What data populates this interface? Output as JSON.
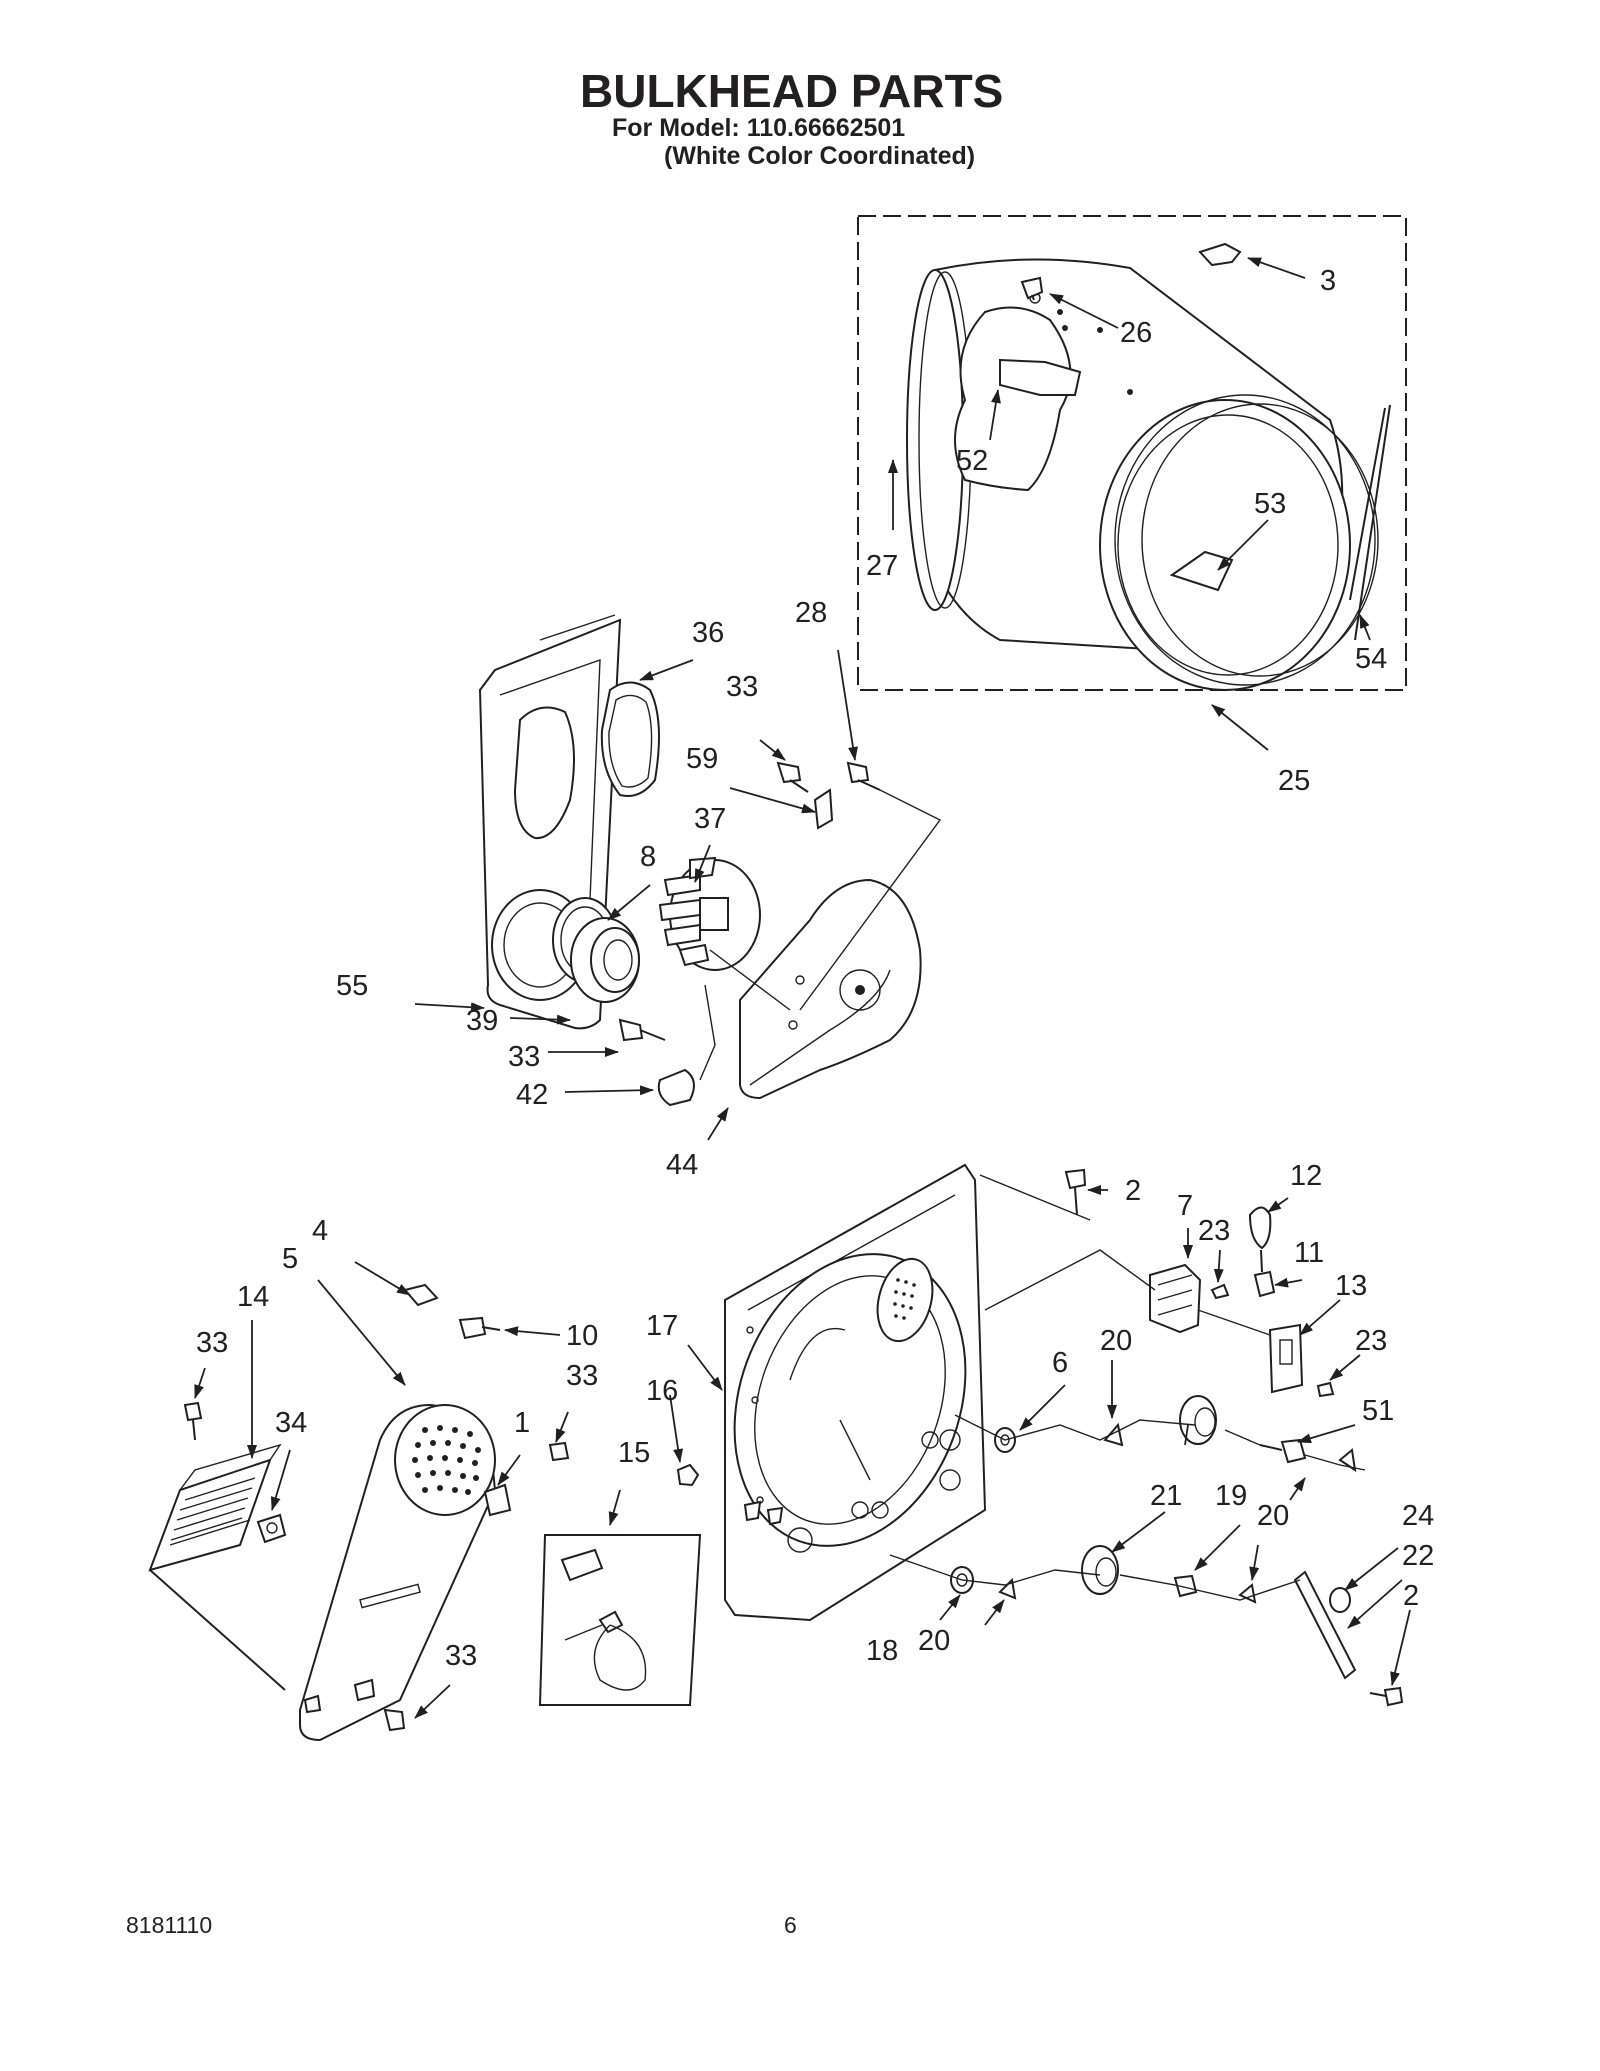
{
  "header": {
    "title": "BULKHEAD PARTS",
    "model_line": "For Model: 110.66662501",
    "color_line": "(White Color Coordinated)"
  },
  "footer": {
    "doc_number": "8181110",
    "page_number": "6"
  },
  "callouts": {
    "c1": "1",
    "c2a": "2",
    "c2b": "2",
    "c3": "3",
    "c4": "4",
    "c5": "5",
    "c6": "6",
    "c7": "7",
    "c8": "8",
    "c10": "10",
    "c11": "11",
    "c12": "12",
    "c13": "13",
    "c14": "14",
    "c15": "15",
    "c16": "16",
    "c17": "17",
    "c18": "18",
    "c19": "19",
    "c20a": "20",
    "c20b": "20",
    "c20c": "20",
    "c21": "21",
    "c22": "22",
    "c23a": "23",
    "c23b": "23",
    "c24": "24",
    "c25": "25",
    "c26": "26",
    "c27": "27",
    "c28": "28",
    "c33a": "33",
    "c33b": "33",
    "c33c": "33",
    "c33d": "33",
    "c33e": "33",
    "c34": "34",
    "c36": "36",
    "c37": "37",
    "c39": "39",
    "c42": "42",
    "c44": "44",
    "c51": "51",
    "c52": "52",
    "c53": "53",
    "c54": "54",
    "c55": "55",
    "c59": "59"
  }
}
